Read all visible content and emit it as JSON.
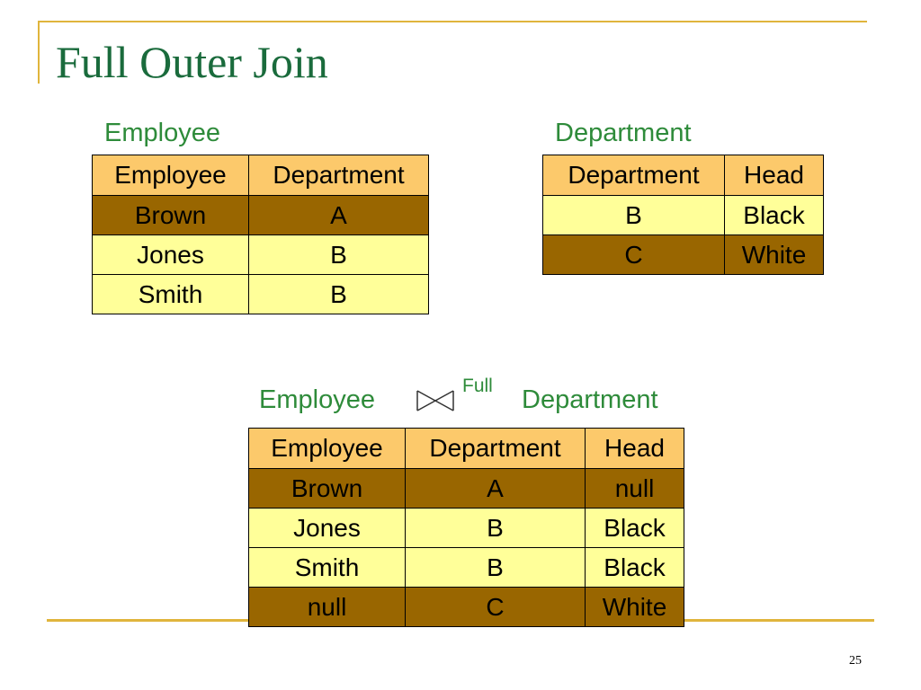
{
  "colors": {
    "title": "#1a6b3c",
    "caption": "#2e8b3a",
    "rule": "#e0b53c",
    "header_bg": "#fcc96b",
    "brown_bg": "#996600",
    "yellow_bg": "#ffff99"
  },
  "slide": {
    "title": "Full Outer Join",
    "page_number": "25"
  },
  "employee_table": {
    "caption": "Employee",
    "columns": [
      "Employee",
      "Department"
    ],
    "rows": [
      {
        "employee": "Brown",
        "department": "A",
        "shade": "brown"
      },
      {
        "employee": "Jones",
        "department": "B",
        "shade": "yellow"
      },
      {
        "employee": "Smith",
        "department": "B",
        "shade": "yellow"
      }
    ]
  },
  "department_table": {
    "caption": "Department",
    "columns": [
      "Department",
      "Head"
    ],
    "rows": [
      {
        "department": "B",
        "head": "Black",
        "shade": "yellow"
      },
      {
        "department": "C",
        "head": "White",
        "shade": "brown"
      }
    ]
  },
  "join_expression": {
    "left": "Employee",
    "operator_icon": "full-outer-join-icon",
    "operator_label": "Full",
    "right": "Department"
  },
  "result_table": {
    "columns": [
      "Employee",
      "Department",
      "Head"
    ],
    "rows": [
      {
        "employee": "Brown",
        "department": "A",
        "head": "null",
        "shade": "brown"
      },
      {
        "employee": "Jones",
        "department": "B",
        "head": "Black",
        "shade": "yellow"
      },
      {
        "employee": "Smith",
        "department": "B",
        "head": "Black",
        "shade": "yellow"
      },
      {
        "employee": "null",
        "department": "C",
        "head": "White",
        "shade": "brown"
      }
    ]
  }
}
